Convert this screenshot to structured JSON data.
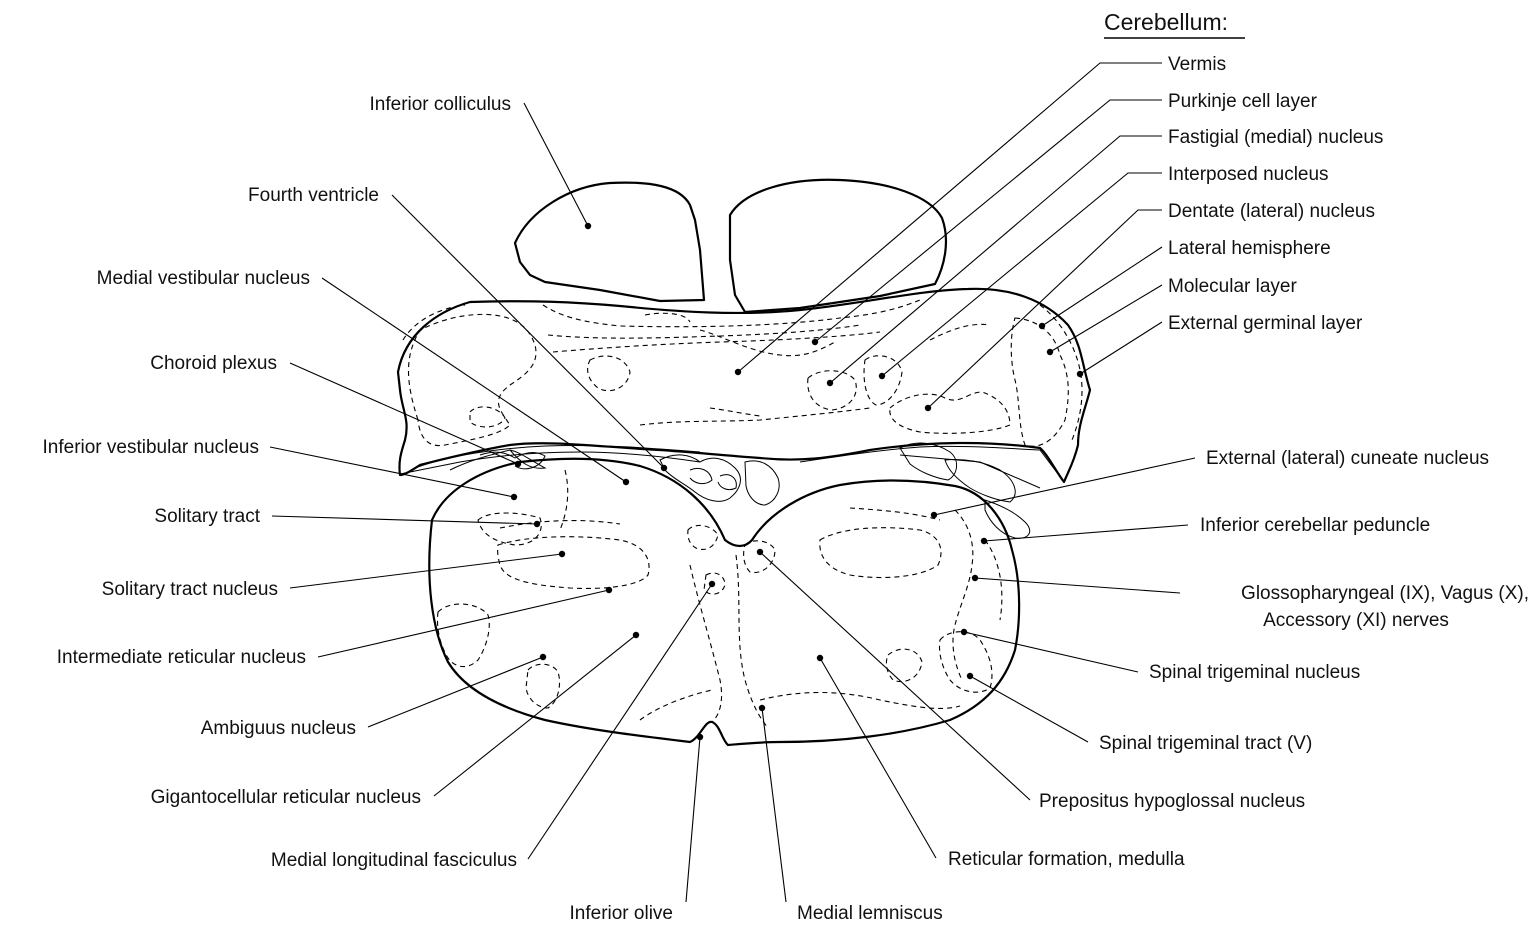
{
  "title": "Cerebellum:",
  "cerebellum_labels": [
    "Vermis",
    "Purkinje cell layer",
    "Fastigial (medial) nucleus",
    "Interposed nucleus",
    "Dentate (lateral) nucleus",
    "Lateral hemisphere",
    "Molecular layer",
    "External germinal layer"
  ],
  "left_labels": [
    "Inferior colliculus",
    "Fourth ventricle",
    "Medial vestibular nucleus",
    "Choroid plexus",
    "Inferior vestibular nucleus",
    "Solitary tract",
    "Solitary tract nucleus",
    "Intermediate reticular nucleus",
    "Ambiguus nucleus",
    "Gigantocellular reticular nucleus",
    "Medial longitudinal fasciculus"
  ],
  "bottom_labels": [
    "Inferior olive",
    "Medial lemniscus"
  ],
  "right_labels": [
    "External (lateral) cuneate nucleus",
    "Inferior cerebellar peduncle",
    "Glossopharyngeal (IX), Vagus (X),",
    "Accessory (XI) nerves",
    "Spinal trigeminal nucleus",
    "Spinal trigeminal tract (V)",
    "Prepositus hypoglossal nucleus",
    "Reticular formation, medulla"
  ]
}
